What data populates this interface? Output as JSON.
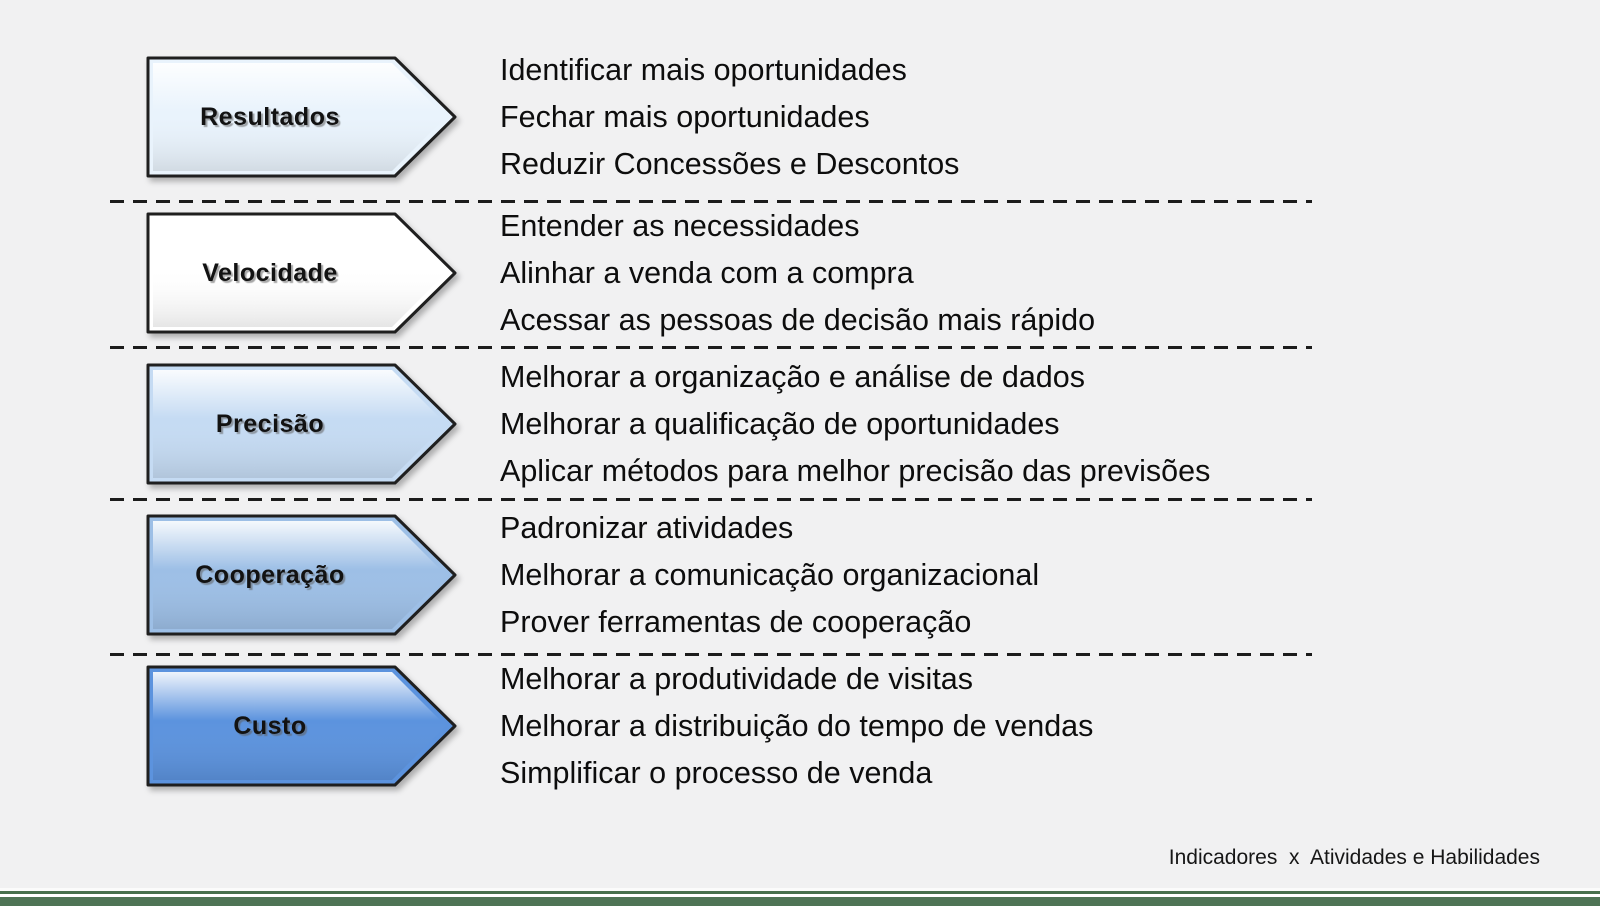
{
  "diagram": {
    "rows": [
      {
        "label": "Resultados",
        "arrow_color": "#e9f3fc",
        "items": [
          "Identificar mais oportunidades",
          "Fechar mais oportunidades",
          "Reduzir Concessões e Descontos"
        ]
      },
      {
        "label": "Velocidade",
        "arrow_color": "#ffffff",
        "items": [
          "Entender as necessidades",
          "Alinhar a venda com a compra",
          "Acessar as pessoas de decisão mais rápido"
        ]
      },
      {
        "label": "Precisão",
        "arrow_color": "#c5dbf3",
        "items": [
          "Melhorar a organização e análise de dados",
          "Melhorar a qualificação de oportunidades",
          "Aplicar métodos para melhor precisão das previsões"
        ]
      },
      {
        "label": "Cooperação",
        "arrow_color": "#9dbfe6",
        "items": [
          "Padronizar atividades",
          "Melhorar a comunicação organizacional",
          "Prover ferramentas de cooperação"
        ]
      },
      {
        "label": "Custo",
        "arrow_color": "#5c93de",
        "items": [
          "Melhorar a produtividade de visitas",
          "Melhorar a distribuição do tempo de vendas",
          "Simplificar o processo de venda"
        ]
      }
    ],
    "caption": "Indicadores  x  Atividades e Habilidades",
    "colors": {
      "background": "#f1f1f2",
      "arrow_outline": "#1f1f1f",
      "separator": "#1c1c1c",
      "footer_line_green": "#47704d",
      "footer_bar_green": "#4e7455"
    }
  }
}
